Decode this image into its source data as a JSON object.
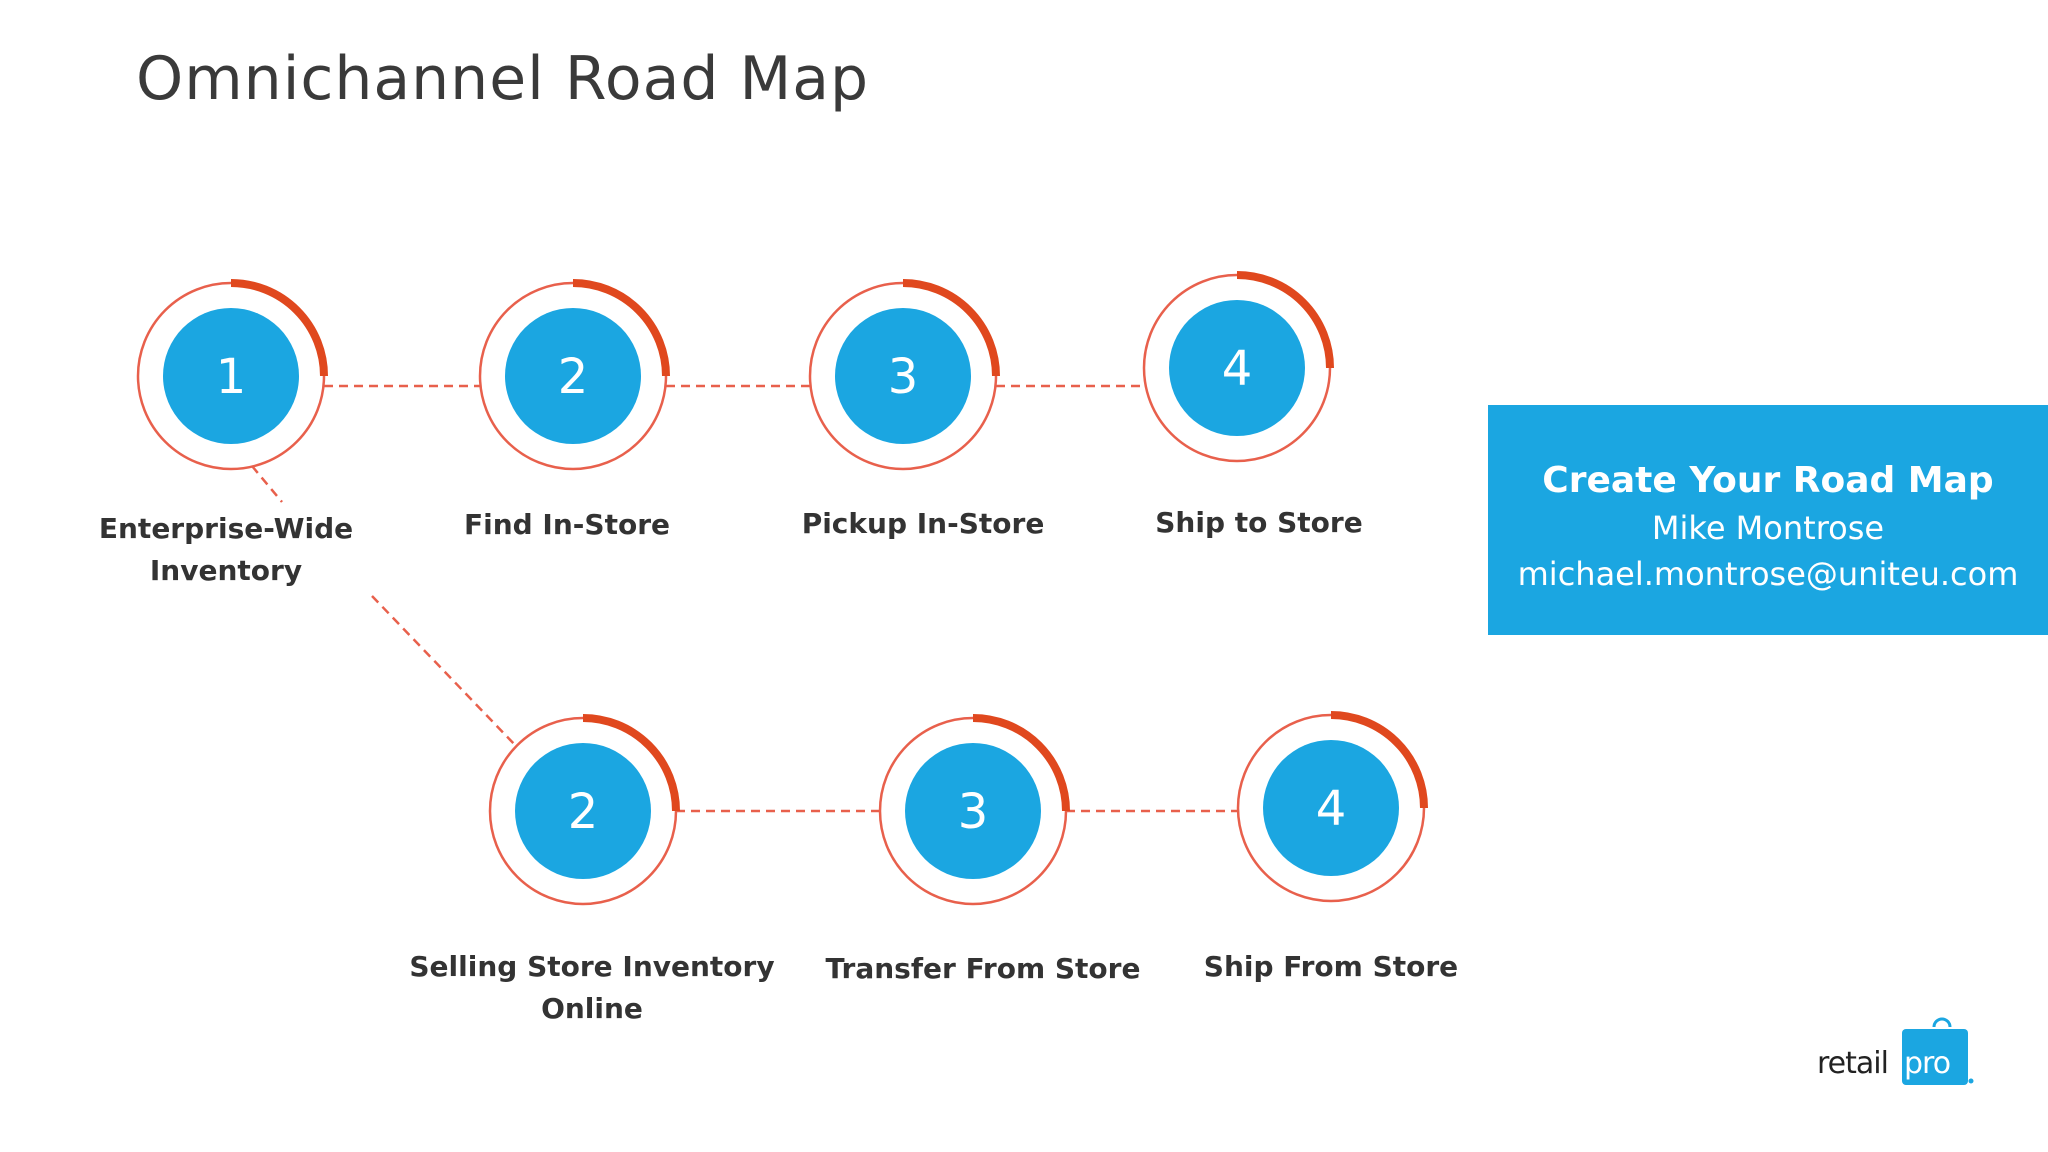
{
  "title": "Omnichannel Road Map",
  "colors": {
    "accent_blue": "#1ba6e1",
    "ring": "#e8604c",
    "arc": "#e0481e",
    "connector": "#e8604c"
  },
  "steps": [
    {
      "number": "1",
      "label_lines": [
        "Enterprise-Wide",
        "Inventory"
      ]
    },
    {
      "number": "2",
      "label_lines": [
        "Find In-Store"
      ]
    },
    {
      "number": "3",
      "label_lines": [
        "Pickup In-Store"
      ]
    },
    {
      "number": "4",
      "label_lines": [
        "Ship to Store"
      ]
    },
    {
      "number": "2",
      "label_lines": [
        "Selling Store Inventory",
        "Online"
      ]
    },
    {
      "number": "3",
      "label_lines": [
        "Transfer From Store"
      ]
    },
    {
      "number": "4",
      "label_lines": [
        "Ship From Store"
      ]
    }
  ],
  "cta": {
    "title": "Create Your Road Map",
    "name": "Mike Montrose",
    "email": "michael.montrose@uniteu.com"
  },
  "logo": {
    "brand_text": "retailpro",
    "icon": "shopping-bag-icon"
  }
}
